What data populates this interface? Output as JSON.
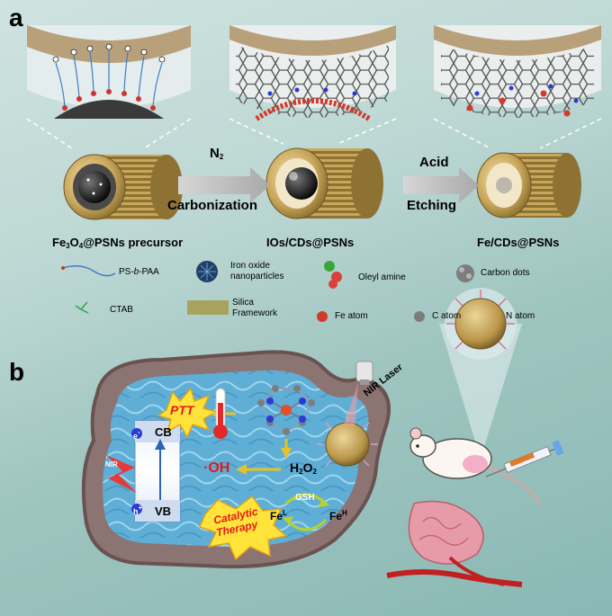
{
  "panels": {
    "a": "a",
    "b": "b"
  },
  "captions": {
    "precursor": {
      "p1": "Fe",
      "s1": "3",
      "p2": "O",
      "s2": "4",
      "p3": "@PSNs precursor"
    },
    "intermediate": "IOs/CDs@PSNs",
    "final": "Fe/CDs@PSNs"
  },
  "steps": {
    "gas_main": "N",
    "gas_sub": "2",
    "carbonization": "Carbonization",
    "acid": "Acid",
    "etching": "Etching"
  },
  "legend": {
    "ps_paa": {
      "p1": "PS-",
      "p2": "b",
      "p3": "-PAA"
    },
    "iron_oxide": [
      "Iron oxide",
      "nanoparticles"
    ],
    "oleyl": "Oleyl amine",
    "carbon_dots": "Carbon dots",
    "ctab": "CTAB",
    "silica": [
      "Silica",
      "Framework"
    ],
    "fe_atom": "Fe atom",
    "c_atom": "C atom",
    "n_atom": "N atom"
  },
  "mechanism": {
    "ptt": "PTT",
    "nir_laser": "NIR Laser",
    "nir": "NIR",
    "cb": "CB",
    "vb": "VB",
    "e": "e",
    "e_sup": "-",
    "h": "h",
    "h_sup": "+",
    "oh_dot": "·",
    "oh": "OH",
    "h2o2": {
      "p1": "H",
      "s1": "2",
      "p2": "O",
      "s2": "2"
    },
    "gsh": "GSH",
    "fe_l": "Fe",
    "fe_l_sup": "L",
    "fe_h": "Fe",
    "fe_h_sup": "H",
    "catalytic": [
      "Catalytic",
      "Therapy"
    ]
  },
  "colors": {
    "shell_gold": "#c8a65a",
    "fe_red": "#d23a2a",
    "c_gray": "#7d7d7d",
    "n_blue": "#2a3ad6",
    "silica": "#a7a35e",
    "arrow_gray": "#b9b9b9",
    "tissue": "#8b7472",
    "water": "#6ab4d8",
    "ptt_yellow": "#ffe33b",
    "ptt_red": "#e21a1a"
  }
}
